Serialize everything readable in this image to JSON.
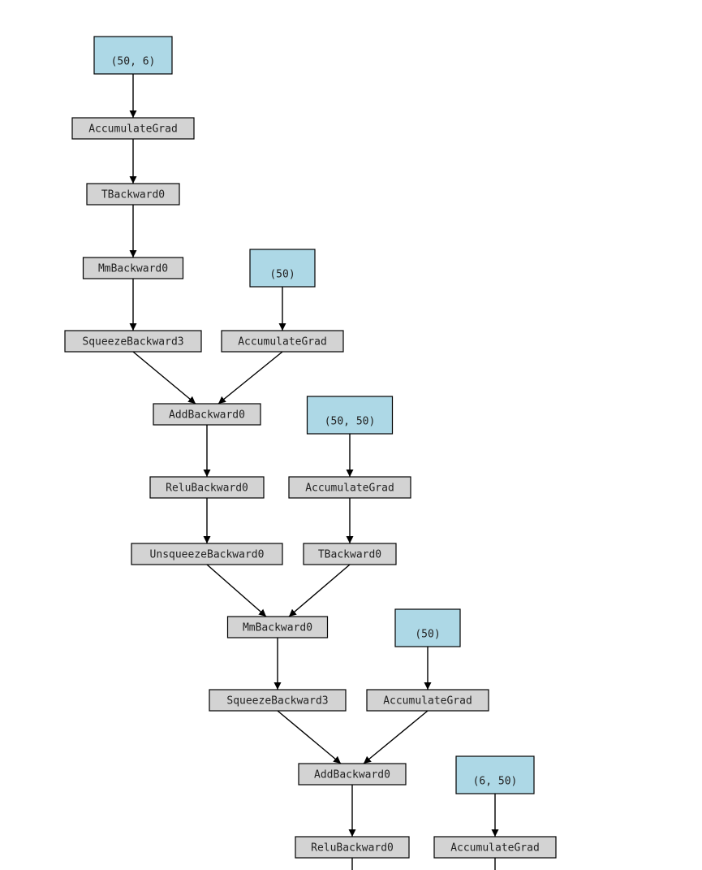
{
  "colors": {
    "param_fill": "#add8e6",
    "op_fill": "#d3d3d3",
    "stroke": "#000000",
    "background": "#ffffff"
  },
  "nodes": [
    {
      "id": "p1",
      "label": "(50, 6)",
      "kind": "param"
    },
    {
      "id": "ag1",
      "label": "AccumulateGrad",
      "kind": "op"
    },
    {
      "id": "t1",
      "label": "TBackward0",
      "kind": "op"
    },
    {
      "id": "mm1",
      "label": "MmBackward0",
      "kind": "op"
    },
    {
      "id": "p2",
      "label": "(50)",
      "kind": "param"
    },
    {
      "id": "sq1",
      "label": "SqueezeBackward3",
      "kind": "op"
    },
    {
      "id": "ag2",
      "label": "AccumulateGrad",
      "kind": "op"
    },
    {
      "id": "add1",
      "label": "AddBackward0",
      "kind": "op"
    },
    {
      "id": "p3",
      "label": "(50, 50)",
      "kind": "param"
    },
    {
      "id": "relu1",
      "label": "ReluBackward0",
      "kind": "op"
    },
    {
      "id": "ag3",
      "label": "AccumulateGrad",
      "kind": "op"
    },
    {
      "id": "unsq1",
      "label": "UnsqueezeBackward0",
      "kind": "op"
    },
    {
      "id": "t2",
      "label": "TBackward0",
      "kind": "op"
    },
    {
      "id": "mm2",
      "label": "MmBackward0",
      "kind": "op"
    },
    {
      "id": "p4",
      "label": "(50)",
      "kind": "param"
    },
    {
      "id": "sq2",
      "label": "SqueezeBackward3",
      "kind": "op"
    },
    {
      "id": "ag4",
      "label": "AccumulateGrad",
      "kind": "op"
    },
    {
      "id": "add2",
      "label": "AddBackward0",
      "kind": "op"
    },
    {
      "id": "p5",
      "label": "(6, 50)",
      "kind": "param"
    },
    {
      "id": "relu2",
      "label": "ReluBackward0",
      "kind": "op"
    },
    {
      "id": "ag5",
      "label": "AccumulateGrad",
      "kind": "op"
    }
  ],
  "edges": [
    [
      "p1",
      "ag1"
    ],
    [
      "ag1",
      "t1"
    ],
    [
      "t1",
      "mm1"
    ],
    [
      "mm1",
      "sq1"
    ],
    [
      "p2",
      "ag2"
    ],
    [
      "sq1",
      "add1"
    ],
    [
      "ag2",
      "add1"
    ],
    [
      "add1",
      "relu1"
    ],
    [
      "p3",
      "ag3"
    ],
    [
      "relu1",
      "unsq1"
    ],
    [
      "ag3",
      "t2"
    ],
    [
      "unsq1",
      "mm2"
    ],
    [
      "t2",
      "mm2"
    ],
    [
      "mm2",
      "sq2"
    ],
    [
      "p4",
      "ag4"
    ],
    [
      "sq2",
      "add2"
    ],
    [
      "ag4",
      "add2"
    ],
    [
      "add2",
      "relu2"
    ],
    [
      "p5",
      "ag5"
    ],
    [
      "relu2",
      "offpage"
    ],
    [
      "ag5",
      "offpage2"
    ]
  ]
}
